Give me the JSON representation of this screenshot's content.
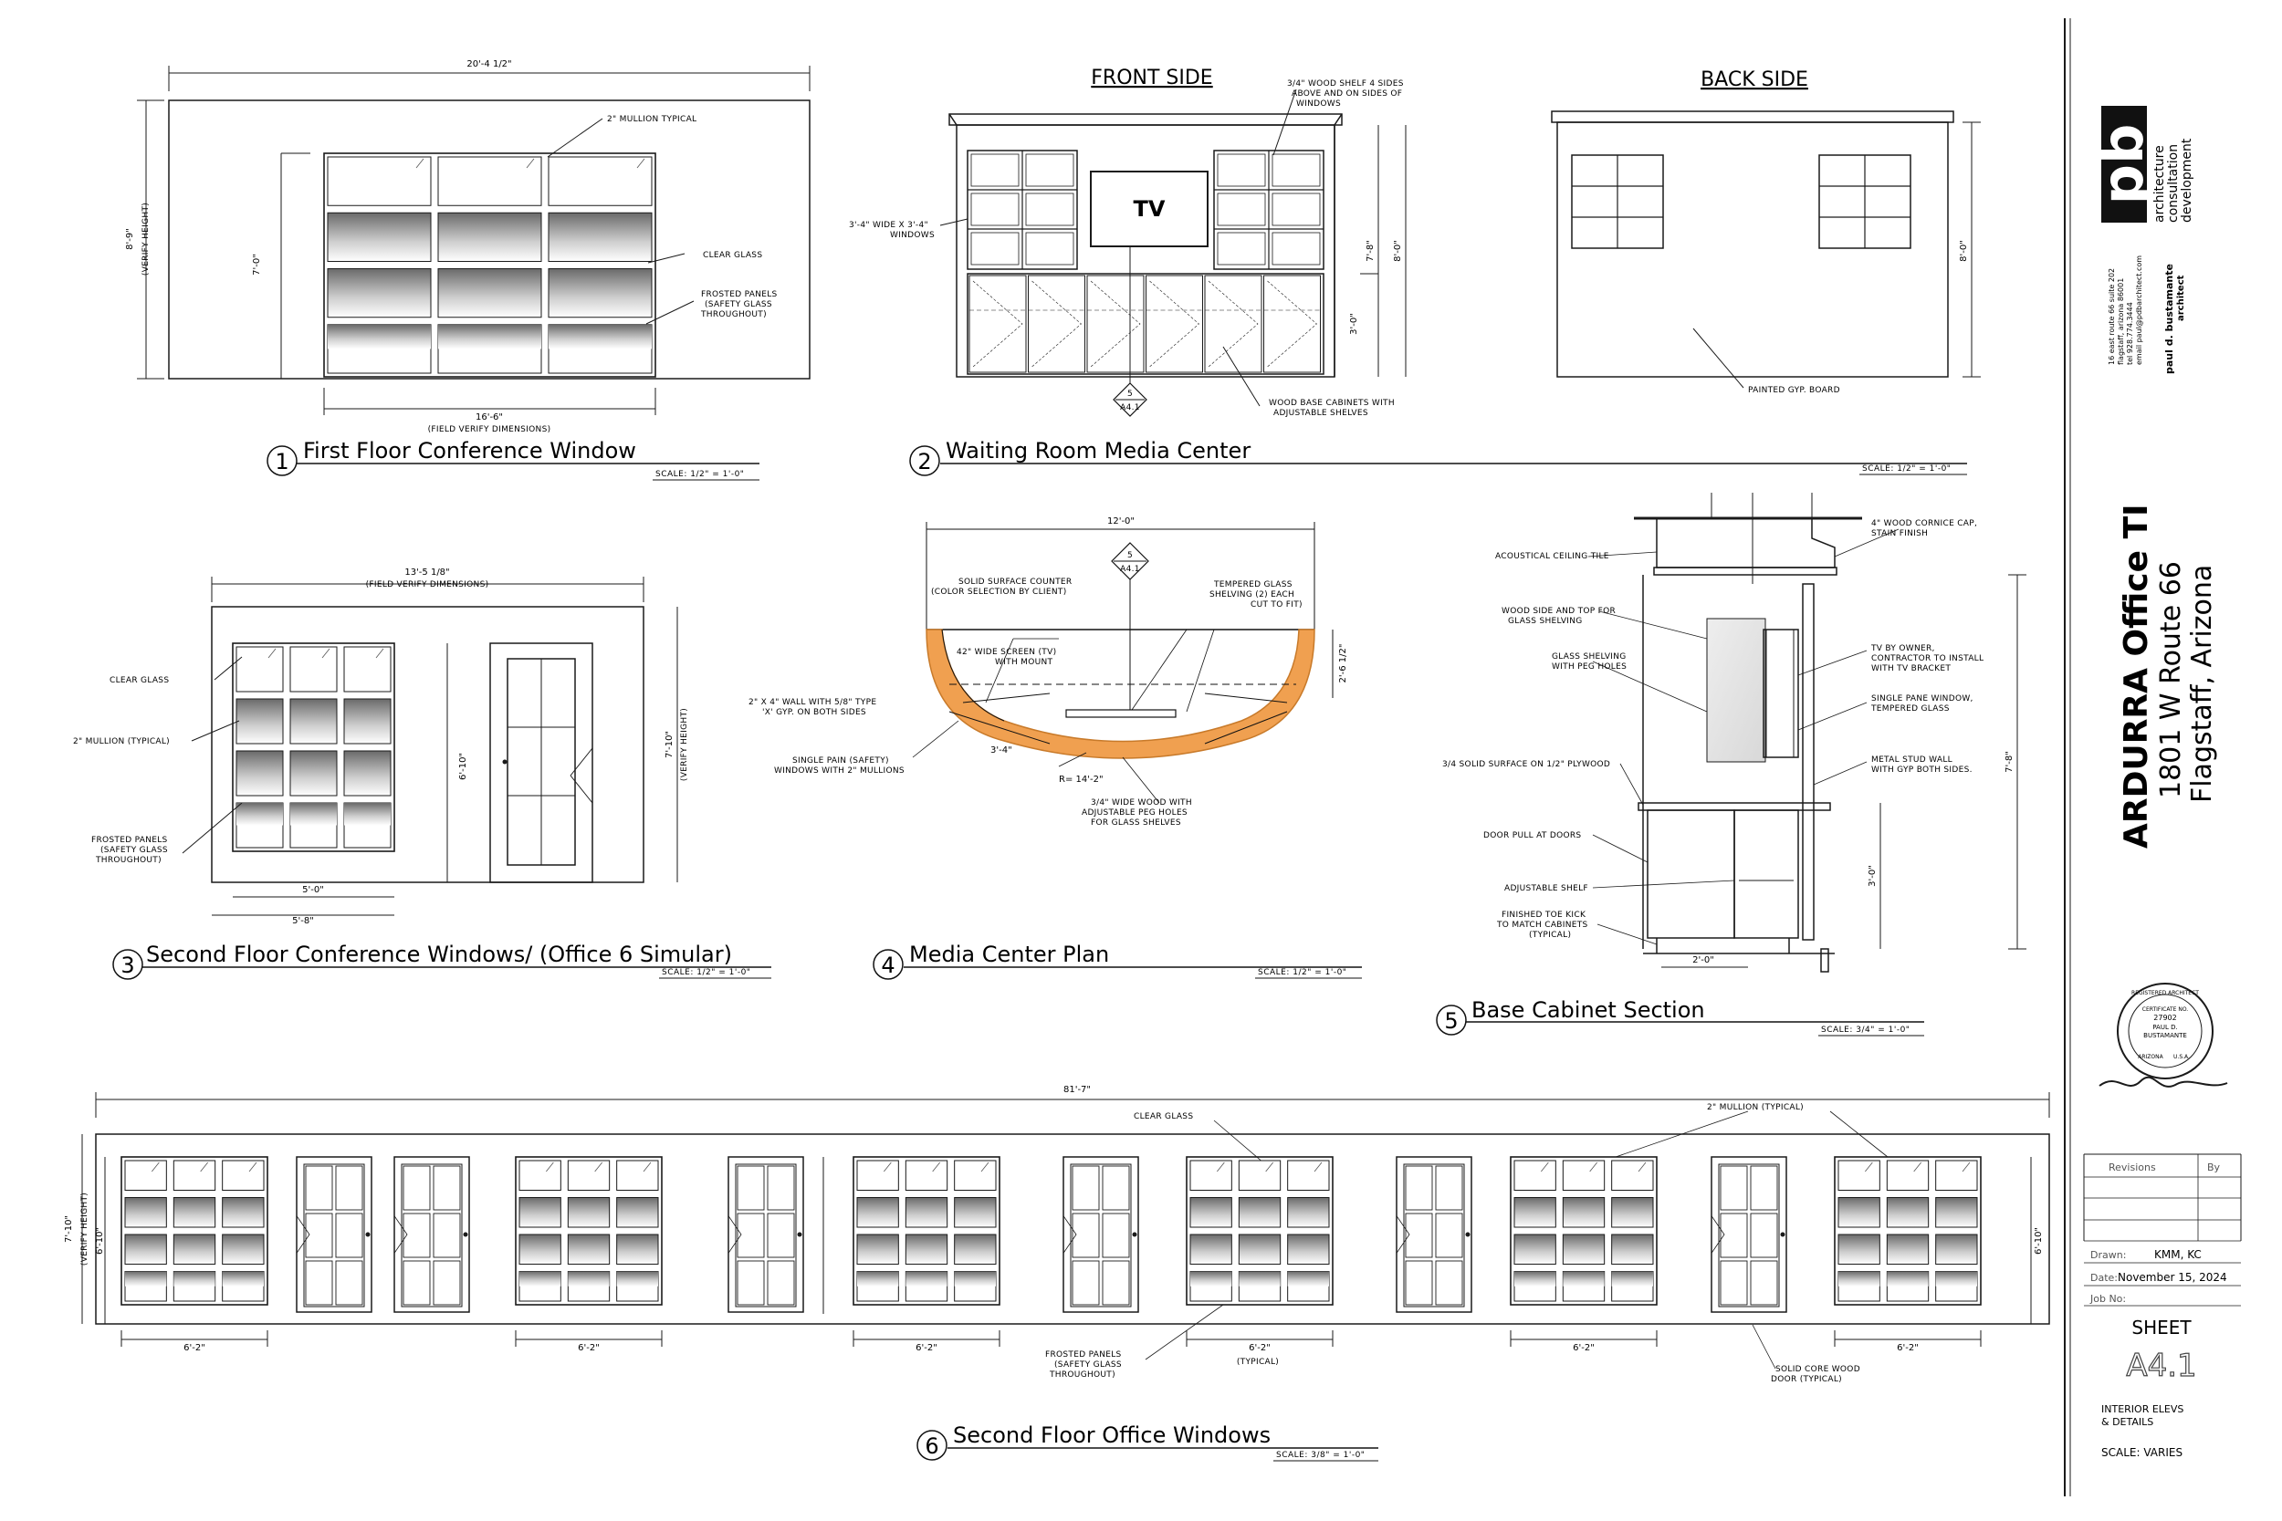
{
  "drawings": {
    "d1": {
      "num": "1",
      "title": "First Floor Conference Window",
      "scale": "SCALE: 1/2\" = 1'-0\"",
      "dim_top": "20'-4 1/2\"",
      "dim_bottom": "16'-6\"",
      "dim_bottom_sub": "(FIELD VERIFY DIMENSIONS)",
      "dim_left": "8'-9\"",
      "dim_left_sub": "(VERIFY HEIGHT)",
      "dim_inner": "7'-0\"",
      "note_mullion": "2\" MULLION TYPICAL",
      "note_clear": "CLEAR GLASS",
      "note_frosted": [
        "FROSTED PANELS",
        "(SAFETY GLASS",
        "THROUGHOUT)"
      ]
    },
    "d2": {
      "num": "2",
      "title": "Waiting Room Media Center",
      "scale": "SCALE: 1/2\" = 1'-0\"",
      "front_label": "FRONT SIDE",
      "back_label": "BACK SIDE",
      "tv": "TV",
      "note_shelf": [
        "3/4\" WOOD SHELF 4 SIDES",
        "ABOVE AND ON SIDES OF",
        "WINDOWS"
      ],
      "note_windows": [
        "3'-4\" WIDE X 3'-4\"",
        "WINDOWS"
      ],
      "note_cabinets": [
        "WOOD BASE CABINETS WITH",
        "ADJUSTABLE SHELVES"
      ],
      "note_gyp": "PAINTED GYP. BOARD",
      "dim_a": "7'-8\"",
      "dim_b": "8'-0\"",
      "dim_c": "3'-0\"",
      "dim_back": "8'-0\"",
      "tag_top": "5",
      "tag_bot": "A4.1"
    },
    "d3": {
      "num": "3",
      "title": "Second Floor Conference Windows/ (Office 6 Simular)",
      "scale": "SCALE: 1/2\" = 1'-0\"",
      "dim_top": "13'-5 1/8\"",
      "dim_top_sub": "(FIELD VERIFY DIMENSIONS)",
      "dim_right": "7'-10\"",
      "dim_right_sub": "(VERIFY HEIGHT)",
      "dim_inner": "6'-10\"",
      "dim_b1": "5'-0\"",
      "dim_b2": "5'-8\"",
      "note_clear": "CLEAR GLASS",
      "note_mullion": "2\" MULLION (TYPICAL)",
      "note_frosted": [
        "FROSTED PANELS",
        "(SAFETY GLASS",
        "THROUGHOUT)"
      ]
    },
    "d4": {
      "num": "4",
      "title": "Media Center Plan",
      "scale": "SCALE: 1/2\" = 1'-0\"",
      "dim_top": "12'-0\"",
      "dim_right": "2'-6 1/2\"",
      "dim_3_4": "3'-4\"",
      "radius": "R= 14'-2\"",
      "note_counter": [
        "SOLID SURFACE COUNTER",
        "(COLOR SELECTION BY CLIENT)"
      ],
      "note_glass": [
        "TEMPERED GLASS",
        "SHELVING (2) EACH",
        "CUT TO FIT)"
      ],
      "note_screen": [
        "42\" WIDE SCREEN (TV)",
        "WITH MOUNT"
      ],
      "note_wall": [
        "2\" X 4\" WALL WITH 5/8\" TYPE",
        "'X' GYP. ON BOTH SIDES"
      ],
      "note_pain": [
        "SINGLE PAIN (SAFETY)",
        "WINDOWS WITH 2\" MULLIONS"
      ],
      "note_wood": [
        "3/4\" WIDE WOOD WITH",
        "ADJUSTABLE PEG HOLES",
        "FOR GLASS SHELVES"
      ],
      "tag_top": "5",
      "tag_bot": "A4.1"
    },
    "d5": {
      "num": "5",
      "title": "Base Cabinet Section",
      "scale": "SCALE: 3/4\" = 1'-0\"",
      "notes_left": [
        "ACOUSTICAL CEILING TILE",
        "WOOD SIDE AND TOP FOR",
        "GLASS SHELVING",
        "GLASS SHELVING",
        "WITH PEG HOLES",
        "3/4 SOLID SURFACE ON 1/2\" PLYWOOD",
        "DOOR PULL AT DOORS",
        "ADJUSTABLE SHELF",
        "FINISHED TOE KICK",
        "TO MATCH CABINETS",
        "(TYPICAL)"
      ],
      "notes_right": [
        "4\" WOOD CORNICE CAP,",
        "STAIN FINISH",
        "TV BY OWNER,",
        "CONTRACTOR TO INSTALL",
        "WITH TV BRACKET",
        "SINGLE PANE WINDOW,",
        "TEMPERED GLASS",
        "METAL STUD WALL",
        "WITH GYP BOTH SIDES."
      ],
      "dim_bottom": "2'-0\"",
      "dim_right": "7'-8\"",
      "dim_mid": "3'-0\""
    },
    "d6": {
      "num": "6",
      "title": "Second Floor Office Windows",
      "scale": "SCALE: 3/8\" = 1'-0\"",
      "dim_top": "81'-7\"",
      "dim_left": "7'-10\"",
      "dim_left_sub": "(VERIFY HEIGHT)",
      "dim_left2": "6'-10\"",
      "dim_right": "6'-10\"",
      "dim_typ": "6'-2\"",
      "typical": "(TYPICAL)",
      "note_clear": "CLEAR GLASS",
      "note_mullion": "2\" MULLION (TYPICAL)",
      "note_frosted": [
        "FROSTED PANELS",
        "(SAFETY GLASS",
        "THROUGHOUT)"
      ],
      "note_door": [
        "SOLID CORE WOOD",
        "DOOR (TYPICAL)"
      ]
    }
  },
  "title_block": {
    "firm_logo": "pb",
    "firm_lines": [
      "architecture",
      "consultation",
      "development"
    ],
    "architect": "paul d. bustamante",
    "architect_sub": "architect",
    "address": [
      "16 east route 66 suite 202",
      "flagstaff, arizona 86001",
      "tel 928.774.3444",
      "email paul@pdbarchitect.com"
    ],
    "project": "ARDURRA Office TI",
    "street": "1801 W Route 66",
    "city": "Flagstaff, Arizona",
    "revisions": "Revisions",
    "by": "By",
    "drawn_label": "Drawn:",
    "drawn": "KMM, KC",
    "date_label": "Date:",
    "date": "November 15, 2024",
    "job_label": "Job No:",
    "job": "",
    "sheet_label": "SHEET",
    "sheet": "A4.1",
    "desc": [
      "INTERIOR ELEVS",
      "& DETAILS"
    ],
    "scale": "SCALE: VARIES",
    "seal": [
      "REGISTERED ARCHITECT",
      "CERTIFICATE NO.",
      "27902",
      "PAUL D.",
      "BUSTAMANTE",
      "ARIZONA",
      "U.S.A."
    ],
    "signature": "Paul Bustamante"
  },
  "colors": {
    "line": "#1a1a1a",
    "wall_fill": "#f0a050",
    "wall_stroke": "#c87a2a"
  }
}
